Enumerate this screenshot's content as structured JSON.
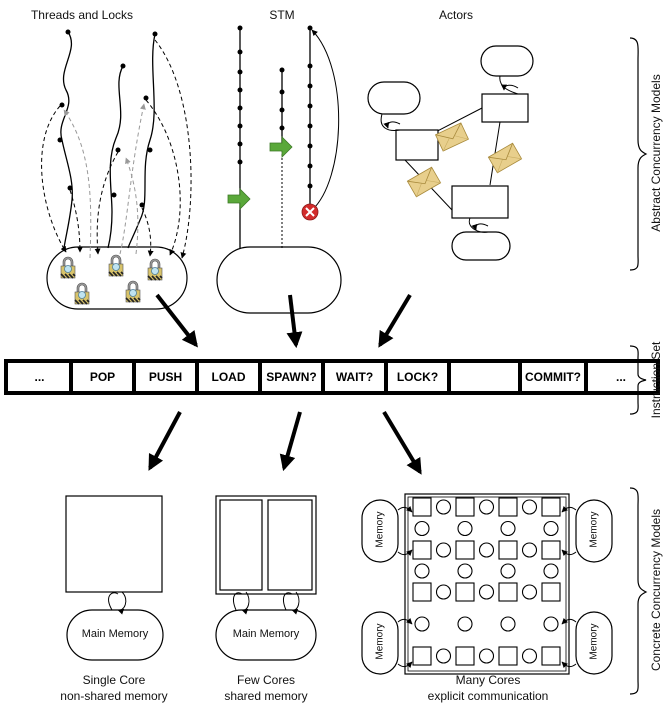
{
  "headings": {
    "threads_and_locks": "Threads and Locks",
    "stm": "STM",
    "actors": "Actors"
  },
  "side_labels": {
    "abstract": "Abstract Concurrency Models",
    "instruction_set": "Instruction Set",
    "concrete": "Concrete Concurrency Models"
  },
  "instructions": [
    "...",
    "POP",
    "PUSH",
    "LOAD",
    "SPAWN?",
    "WAIT?",
    "LOCK?",
    "COMMIT?",
    "..."
  ],
  "memory_labels": {
    "main_memory": "Main Memory",
    "memory": "Memory"
  },
  "captions": {
    "single_core": {
      "line1": "Single Core",
      "line2": "non-shared memory"
    },
    "few_cores": {
      "line1": "Few Cores",
      "line2": "shared memory"
    },
    "many_cores": {
      "line1": "Many Cores",
      "line2": "explicit communication"
    }
  },
  "icons": [
    "lock-icon",
    "envelope-icon",
    "green-arrow-icon",
    "abort-x-icon"
  ],
  "colors": {
    "stroke": "#000000",
    "gray_arrow": "#999999",
    "green": "#5aa83a",
    "red": "#d22b2b",
    "envelope": "#e8cf8c"
  }
}
